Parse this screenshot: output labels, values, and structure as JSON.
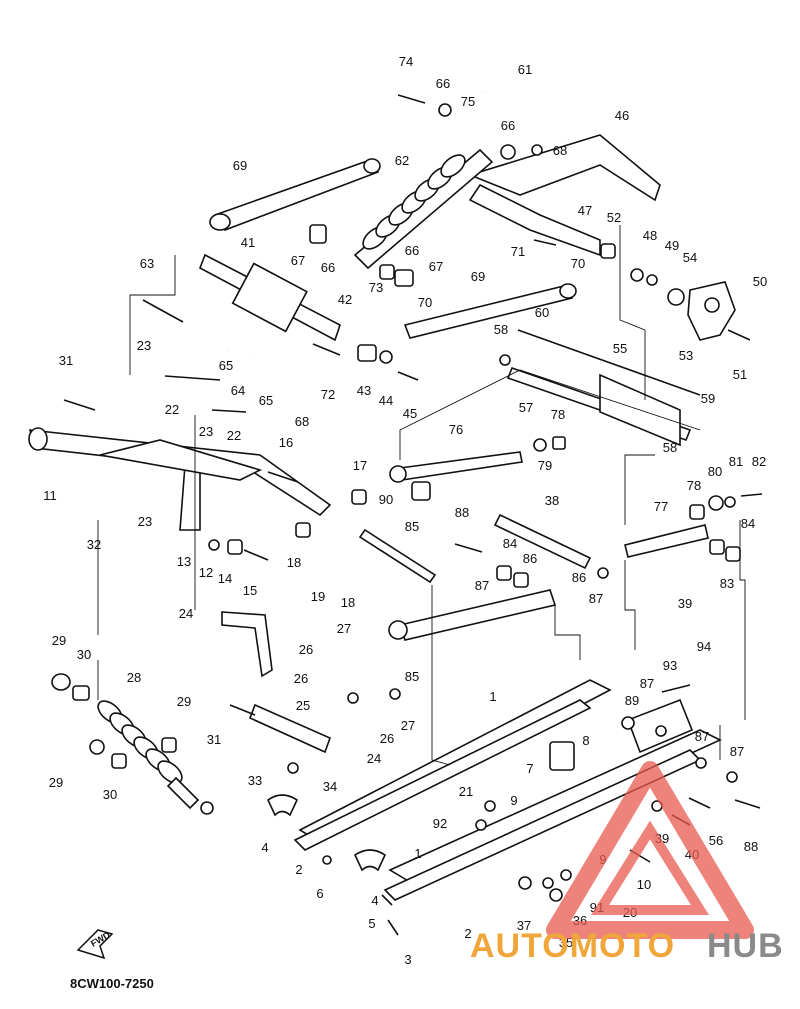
{
  "diagram": {
    "reference_code": "8CW100-7250",
    "forward_arrow_label": "FWD",
    "callouts": [
      "74",
      "66",
      "75",
      "61",
      "66",
      "68",
      "46",
      "69",
      "62",
      "41",
      "67",
      "66",
      "47",
      "52",
      "48",
      "49",
      "54",
      "50",
      "63",
      "66",
      "67",
      "71",
      "70",
      "42",
      "73",
      "70",
      "69",
      "60",
      "58",
      "53",
      "51",
      "31",
      "23",
      "65",
      "64",
      "72",
      "43",
      "44",
      "45",
      "68",
      "55",
      "59",
      "22",
      "23",
      "22",
      "65",
      "76",
      "57",
      "78",
      "79",
      "58",
      "80",
      "81",
      "82",
      "11",
      "16",
      "17",
      "90",
      "23",
      "85",
      "78",
      "77",
      "84",
      "38",
      "32",
      "13",
      "12",
      "14",
      "15",
      "18",
      "19",
      "18",
      "88",
      "84",
      "86",
      "87",
      "86",
      "83",
      "39",
      "87",
      "24",
      "27",
      "26",
      "85",
      "29",
      "30",
      "26",
      "28",
      "29",
      "25",
      "94",
      "93",
      "89",
      "87",
      "31",
      "24",
      "26",
      "27",
      "1",
      "8",
      "29",
      "30",
      "33",
      "34",
      "87",
      "87",
      "7",
      "21",
      "9",
      "4",
      "92",
      "39",
      "56",
      "40",
      "88",
      "2",
      "9",
      "6",
      "4",
      "10",
      "1",
      "37",
      "36",
      "91",
      "20",
      "5",
      "2",
      "35",
      "3"
    ]
  },
  "watermark": {
    "auto": "AUTOMOTO",
    "hub": "HUB",
    "colors": {
      "triangle": "#e85a4f",
      "auto": "#f0a63a",
      "hub": "#8a8a8a"
    }
  }
}
